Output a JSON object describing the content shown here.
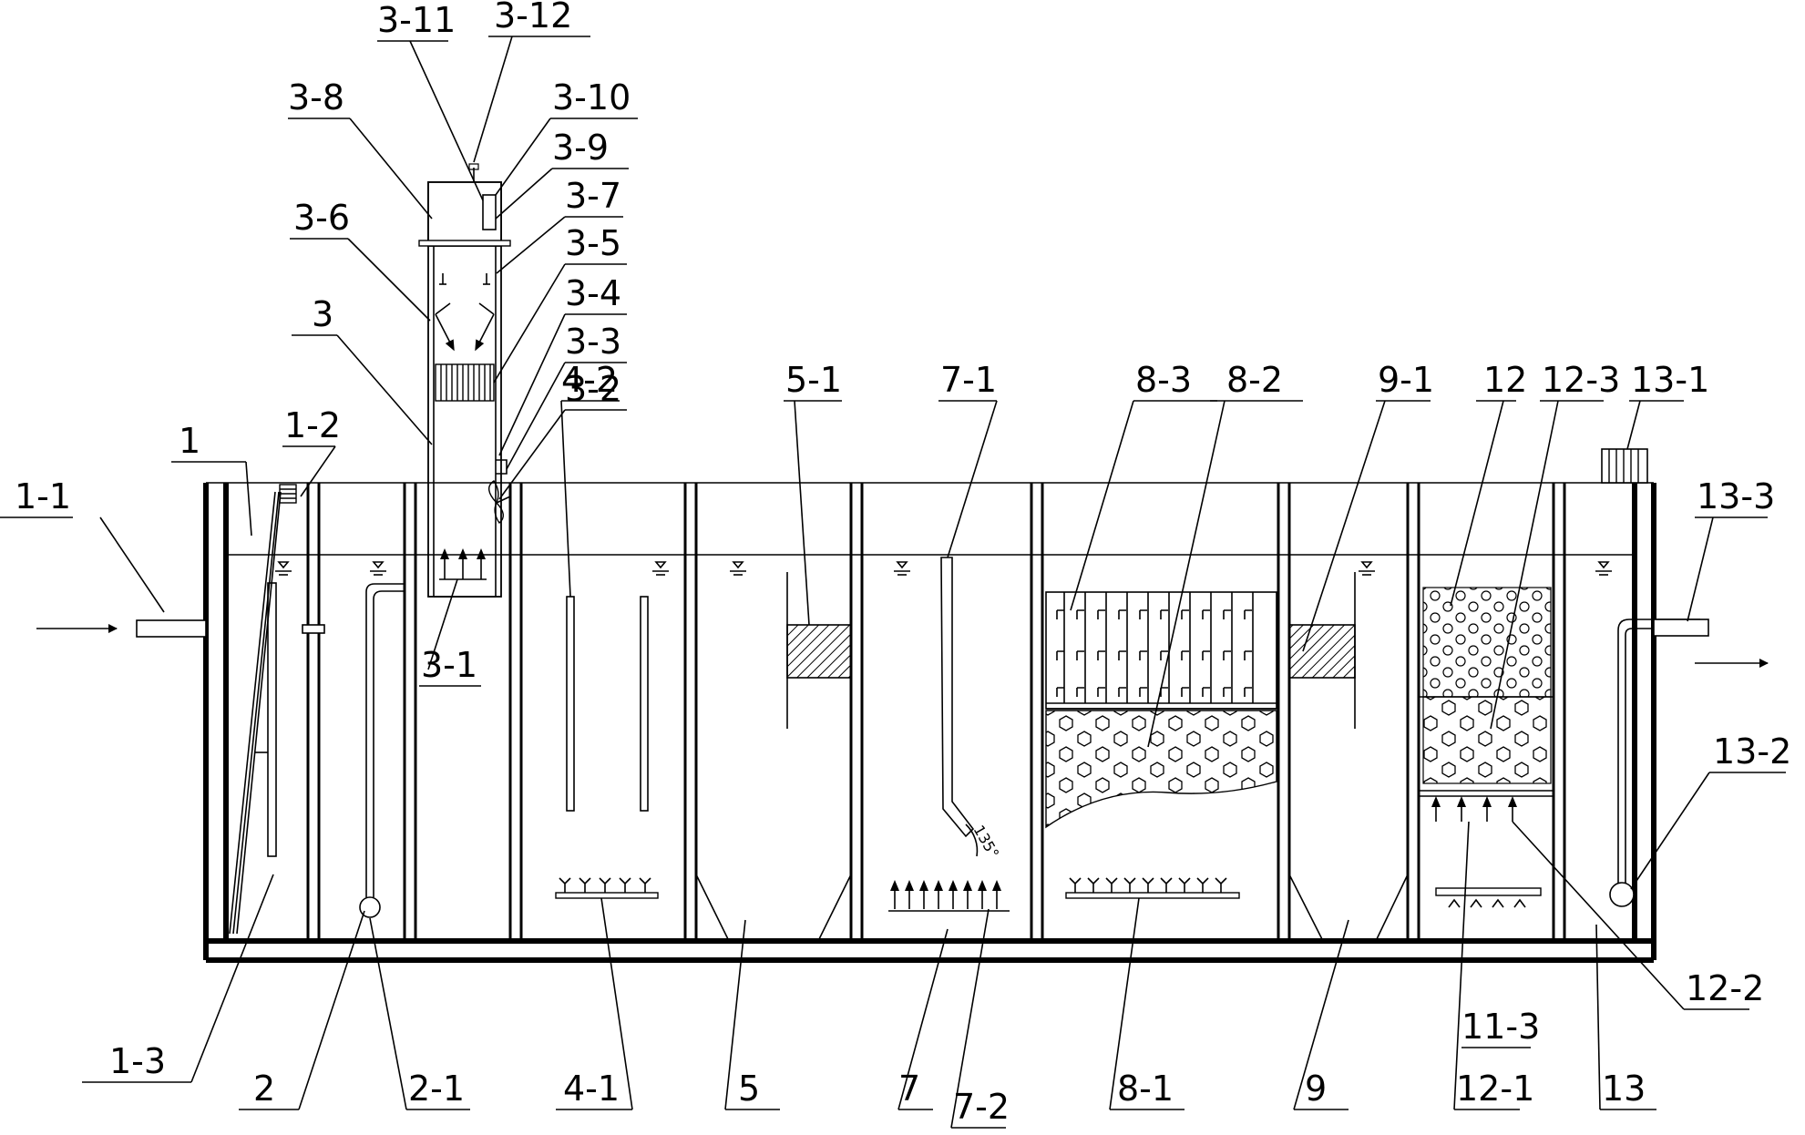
{
  "labels": {
    "l_1": "1",
    "l_1_1": "1-1",
    "l_1_2": "1-2",
    "l_1_3": "1-3",
    "l_2": "2",
    "l_2_1": "2-1",
    "l_3": "3",
    "l_3_1": "3-1",
    "l_3_2": "3-2",
    "l_3_3": "3-3",
    "l_3_4": "3-4",
    "l_3_5": "3-5",
    "l_3_6": "3-6",
    "l_3_7": "3-7",
    "l_3_8": "3-8",
    "l_3_9": "3-9",
    "l_3_10": "3-10",
    "l_3_11": "3-11",
    "l_3_12": "3-12",
    "l_4_1": "4-1",
    "l_4_2": "4-2",
    "l_5": "5",
    "l_5_1": "5-1",
    "l_7": "7",
    "l_7_1": "7-1",
    "l_7_2": "7-2",
    "l_8_1": "8-1",
    "l_8_2": "8-2",
    "l_8_3": "8-3",
    "l_9": "9",
    "l_9_1": "9-1",
    "l_11_3": "11-3",
    "l_12": "12",
    "l_12_1": "12-1",
    "l_12_2": "12-2",
    "l_12_3": "12-3",
    "l_13": "13",
    "l_13_1": "13-1",
    "l_13_2": "13-2",
    "l_13_3": "13-3"
  },
  "annotations": {
    "angle": "135°"
  }
}
